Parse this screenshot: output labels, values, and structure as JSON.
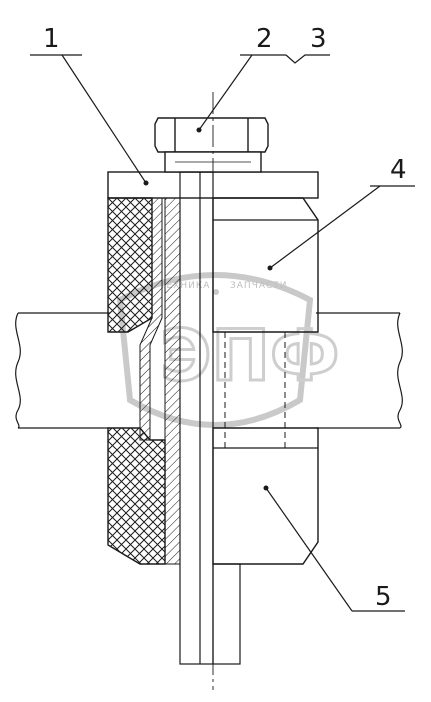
{
  "callouts": {
    "c1": "1",
    "c2": "2",
    "c3": "3",
    "c4": "4",
    "c5": "5"
  },
  "watermark": {
    "line1_left": "ТЕХНИКА",
    "line1_right": "ЗАПЧАСТИ",
    "logo": "ЭПФ"
  },
  "colors": {
    "ink": "#1a1a1a",
    "watermark": "#c4c4c4",
    "background": "#ffffff"
  }
}
